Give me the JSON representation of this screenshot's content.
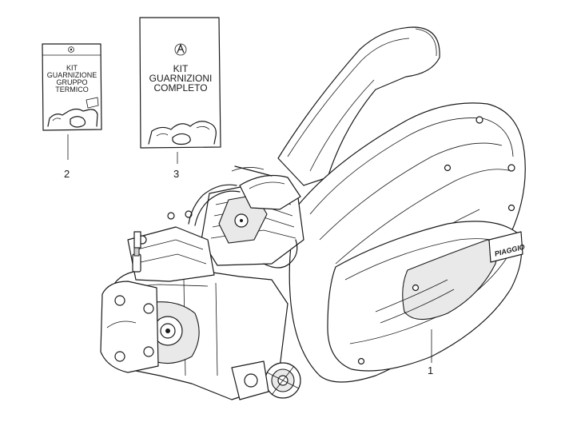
{
  "kit_gruppo_termico": {
    "line1": "KIT",
    "line2": "GUARNIZIONE",
    "line3": "GRUPPO",
    "line4": "TERMICO",
    "callout": "2"
  },
  "kit_completo": {
    "line1": "KIT",
    "line2": "GUARNIZIONI",
    "line3": "COMPLETO",
    "callout": "3"
  },
  "engine": {
    "callout": "1",
    "brand_badge": "PIAGGIO"
  },
  "icons": {
    "kit_logo": "piaggio-logo-icon"
  }
}
